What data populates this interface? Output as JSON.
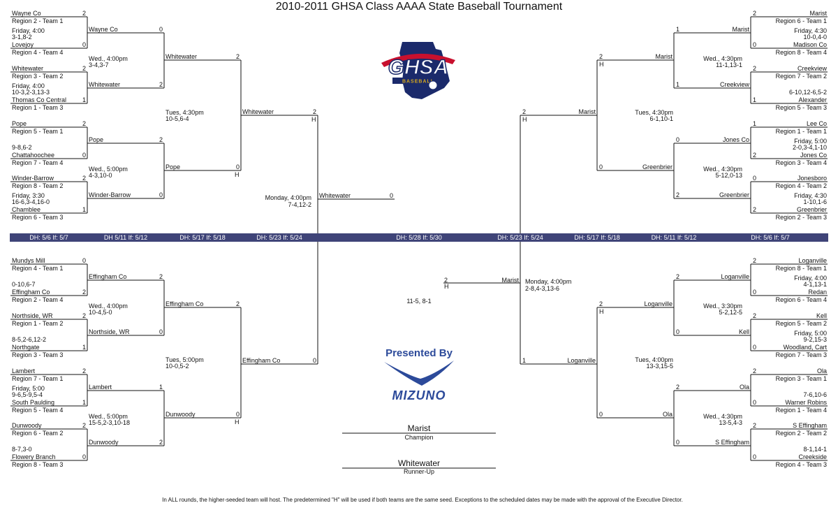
{
  "title": "2010-2011 GHSA Class AAAA State Baseball Tournament",
  "logo": {
    "text": "GHSA",
    "sub": "BASEBALL",
    "colors": {
      "navy": "#1b2a6b",
      "red": "#c8102e",
      "gold": "#d6a81c"
    }
  },
  "sponsor": {
    "presented_by": "Presented By",
    "brand": "MIZUNO",
    "color": "#2c4a9a"
  },
  "schedule_band": [
    "DH: 5/6 If: 5/7",
    "DH 5/11 If: 5/12",
    "DH: 5/17 If: 5/18",
    "DH: 5/23 If: 5/24",
    "DH: 5/28 If: 5/30",
    "DH: 5/23 If: 5/24",
    "DH: 5/17 If: 5/18",
    "DH: 5/11 If: 5/12",
    "DH: 5/6 If: 5/7"
  ],
  "band_color": "#3f4478",
  "champion": {
    "name": "Marist",
    "label": "Champion"
  },
  "runner_up": {
    "name": "Whitewater",
    "label": "Runner-Up"
  },
  "finals_series": "11-5, 8-1",
  "footnote": "In ALL rounds, the higher-seeded team will host.  The predetermined \"H\" will be used if both teams are the same seed.  Exceptions to the scheduled dates may be made with the approval of the Executive Director.",
  "left_top": {
    "r1": [
      {
        "team": "Wayne Co",
        "seed": "Region 2 - Team 1",
        "score": "2"
      },
      {
        "team": "Lovejoy",
        "seed": "Region 4 - Team 4",
        "score": "0"
      },
      {
        "team": "Whitewater",
        "seed": "Region 3 - Team 2",
        "score": "2"
      },
      {
        "team": "Thomas Co Central",
        "seed": "Region 1 - Team 3",
        "score": "1"
      },
      {
        "team": "Pope",
        "seed": "Region 5 - Team 1",
        "score": "2"
      },
      {
        "team": "Chattahoochee",
        "seed": "Region 7 - Team 4",
        "score": "0"
      },
      {
        "team": "Winder-Barrow",
        "seed": "Region 8 - Team 2",
        "score": "2"
      },
      {
        "team": "Chamblee",
        "seed": "Region 6 - Team 3",
        "score": "1"
      }
    ],
    "r1_info": [
      {
        "time": "Friday, 4:00",
        "result": "3-1,8-2"
      },
      {
        "time": "Friday, 4:00",
        "result": "10-3,2-3,13-3"
      },
      {
        "time": "",
        "result": "9-8,6-2"
      },
      {
        "time": "Friday, 3:30",
        "result": "16-6,3-4,16-0"
      }
    ],
    "r2": [
      {
        "team": "Wayne Co",
        "score": "0"
      },
      {
        "team": "Whitewater",
        "score": "2"
      },
      {
        "team": "Pope",
        "score": "2"
      },
      {
        "team": "Winder-Barrow",
        "score": "0"
      }
    ],
    "r2_info": [
      {
        "time": "Wed., 4:00pm",
        "result": "3-4,3-7"
      },
      {
        "time": "Wed., 5:00pm",
        "result": "4-3,10-0"
      }
    ],
    "r3": [
      {
        "team": "Whitewater",
        "score": "2"
      },
      {
        "team": "Pope",
        "score": "0",
        "host": "H"
      }
    ],
    "r3_info": {
      "time": "Tues, 4:30pm",
      "result": "10-5,6-4"
    },
    "r4": {
      "team": "Whitewater",
      "score": "2",
      "host": "H"
    },
    "r4_info": {
      "time": "Monday, 4:00pm",
      "result": "7-4,12-2"
    },
    "finalist": {
      "team": "Whitewater",
      "score": "0"
    }
  },
  "left_bottom": {
    "r1": [
      {
        "team": "Mundys Mill",
        "seed": "Region 4 - Team 1",
        "score": "0"
      },
      {
        "team": "Effingham Co",
        "seed": "Region 2 - Team 4",
        "score": "2"
      },
      {
        "team": "Northside, WR",
        "seed": "Region 1 - Team 2",
        "score": "2"
      },
      {
        "team": "Northgate",
        "seed": "Region 3 - Team 3",
        "score": "1"
      },
      {
        "team": "Lambert",
        "seed": "Region 7 - Team 1",
        "score": "2"
      },
      {
        "team": "South Paulding",
        "seed": "Region 5 - Team 4",
        "score": "1"
      },
      {
        "team": "Dunwoody",
        "seed": "Region 6 - Team 2",
        "score": "2"
      },
      {
        "team": "Flowery Branch",
        "seed": "Region 8 - Team 3",
        "score": "0"
      }
    ],
    "r1_info": [
      {
        "time": "",
        "result": "0-10,6-7"
      },
      {
        "time": "",
        "result": "8-5,2-6,12-2"
      },
      {
        "time": "Friday, 5:00",
        "result": "9-6,5-9,5-4"
      },
      {
        "time": "",
        "result": "8-7,3-0"
      }
    ],
    "r2": [
      {
        "team": "Effingham Co",
        "score": "2"
      },
      {
        "team": "Northside, WR",
        "score": "0"
      },
      {
        "team": "Lambert",
        "score": "1"
      },
      {
        "team": "Dunwoody",
        "score": "2"
      }
    ],
    "r2_info": [
      {
        "time": "Wed., 4:00pm",
        "result": "10-4,5-0"
      },
      {
        "time": "Wed., 5:00pm",
        "result": "15-5,2-3,10-18"
      }
    ],
    "r3": [
      {
        "team": "Effingham Co",
        "score": "2"
      },
      {
        "team": "Dunwoody",
        "score": "0",
        "host": "H"
      }
    ],
    "r3_info": {
      "time": "Tues, 5:00pm",
      "result": "10-0,5-2"
    },
    "r4": {
      "team": "Effingham Co",
      "score": "0"
    }
  },
  "right_top": {
    "r1": [
      {
        "team": "Marist",
        "seed": "Region 6 - Team 1",
        "score": "2"
      },
      {
        "team": "Madison Co",
        "seed": "Region 8 - Team 4",
        "score": "0"
      },
      {
        "team": "Creekview",
        "seed": "Region 7 - Team 2",
        "score": "2"
      },
      {
        "team": "Alexander",
        "seed": "Region 5 - Team 3",
        "score": "1"
      },
      {
        "team": "Lee Co",
        "seed": "Region 1 - Team 1",
        "score": "1"
      },
      {
        "team": "Jones Co",
        "seed": "Region 3 - Team 4",
        "score": "2"
      },
      {
        "team": "Jonesboro",
        "seed": "Region 4 - Team 2",
        "score": "0"
      },
      {
        "team": "Greenbrier",
        "seed": "Region 2 - Team 3",
        "score": "2"
      }
    ],
    "r1_info": [
      {
        "time": "Friday, 4:30",
        "result": "10-0,4-0"
      },
      {
        "time": "",
        "result": "6-10,12-6,5-2"
      },
      {
        "time": "Friday, 5:00",
        "result": "2-0,3-4,1-10"
      },
      {
        "time": "Friday, 4:30",
        "result": "1-10,1-6"
      }
    ],
    "r2": [
      {
        "team": "Marist",
        "score": "1"
      },
      {
        "team": "Creekview",
        "score": "1"
      },
      {
        "team": "Jones Co",
        "score": "0"
      },
      {
        "team": "Greenbrier",
        "score": "2"
      }
    ],
    "r2_info": [
      {
        "time": "Wed., 4:30pm",
        "result": "11-1,13-1"
      },
      {
        "time": "Wed., 4:30pm",
        "result": "5-12,0-13"
      }
    ],
    "r3": [
      {
        "team": "Marist",
        "score": "2",
        "host": "H"
      },
      {
        "team": "Greenbrier",
        "score": "0"
      }
    ],
    "r3_info": {
      "time": "Tues, 4:30pm",
      "result": "6-1,10-1"
    },
    "r4": {
      "team": "Marist",
      "score": "2",
      "host": "H"
    },
    "r4_info": {
      "time": "Monday, 4:00pm",
      "result": "2-8,4-3,13-6"
    },
    "finalist": {
      "team": "Marist",
      "score": "2",
      "host": "H"
    }
  },
  "right_bottom": {
    "r1": [
      {
        "team": "Loganville",
        "seed": "Region 8 - Team 1",
        "score": "2"
      },
      {
        "team": "Redan",
        "seed": "Region 6 - Team 4",
        "score": "0"
      },
      {
        "team": "Kell",
        "seed": "Region 5 - Team 2",
        "score": "2"
      },
      {
        "team": "Woodland, Cart",
        "seed": "Region 7 - Team 3",
        "score": "0"
      },
      {
        "team": "Ola",
        "seed": "Region 3 - Team 1",
        "score": "2"
      },
      {
        "team": "Warner Robins",
        "seed": "Region 1 - Team 4",
        "score": "0"
      },
      {
        "team": "S Effingham",
        "seed": "Region 2 - Team 2",
        "score": "2"
      },
      {
        "team": "Creekside",
        "seed": "Region 4 - Team 3",
        "score": "0"
      }
    ],
    "r1_info": [
      {
        "time": "Friday, 4:00",
        "result": "4-1,13-1"
      },
      {
        "time": "Friday, 5:00",
        "result": "9-2,15-3"
      },
      {
        "time": "",
        "result": "7-6,10-6"
      },
      {
        "time": "",
        "result": "8-1,14-1"
      }
    ],
    "r2": [
      {
        "team": "Loganville",
        "score": "2"
      },
      {
        "team": "Kell",
        "score": "0"
      },
      {
        "team": "Ola",
        "score": "2"
      },
      {
        "team": "S Effingham",
        "score": "0"
      }
    ],
    "r2_info": [
      {
        "time": "Wed., 3:30pm",
        "result": "5-2,12-5"
      },
      {
        "time": "Wed., 4:30pm",
        "result": "13-5,4-3"
      }
    ],
    "r3": [
      {
        "team": "Loganville",
        "score": "2",
        "host": "H"
      },
      {
        "team": "Ola",
        "score": "0"
      }
    ],
    "r3_info": {
      "time": "Tues, 4:00pm",
      "result": "13-3,15-5"
    },
    "r4": {
      "team": "Loganville",
      "score": "1"
    }
  }
}
